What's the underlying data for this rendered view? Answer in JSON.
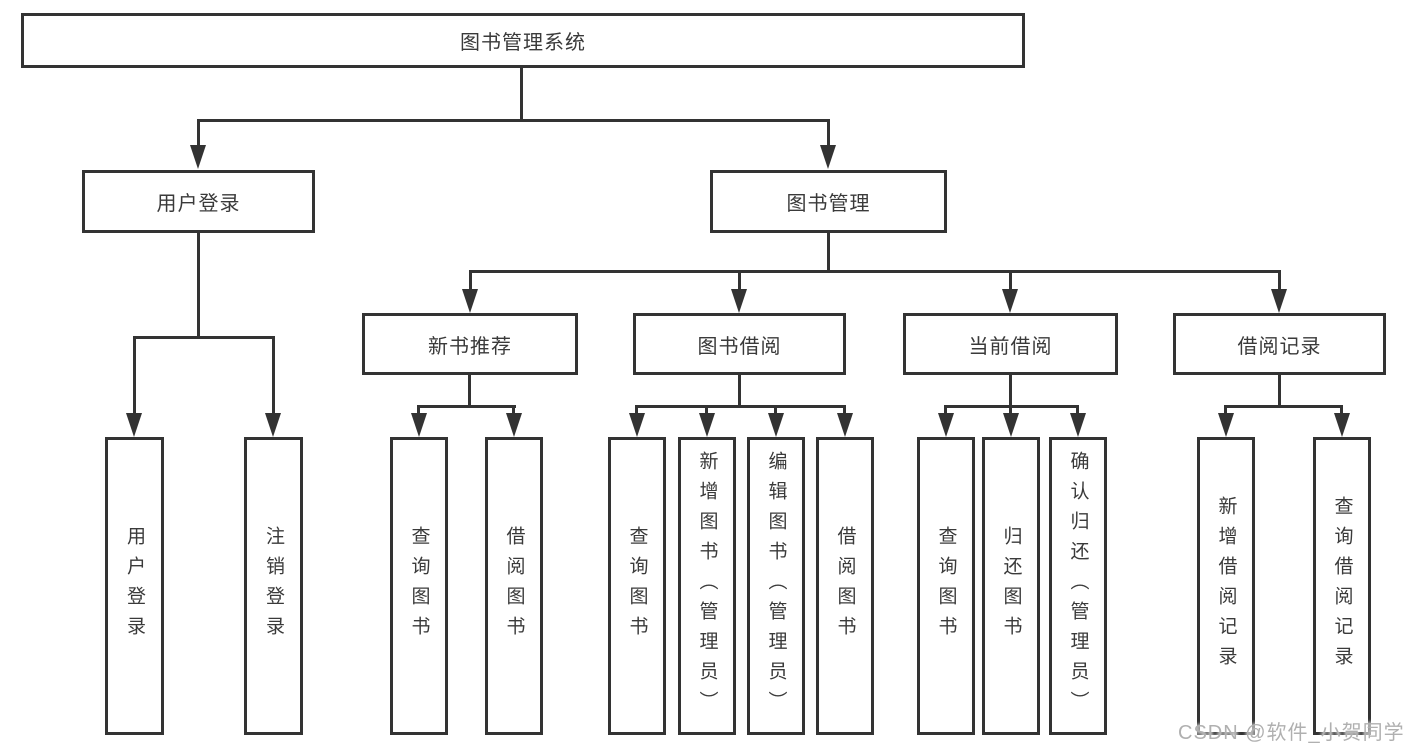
{
  "diagram": {
    "root": "图书管理系统",
    "user_login": "用户登录",
    "book_mgmt": "图书管理",
    "new_books": "新书推荐",
    "book_borrow": "图书借阅",
    "current_borrow": "当前借阅",
    "borrow_records": "借阅记录",
    "leaves": {
      "user": [
        "用户登录",
        "注销登录"
      ],
      "new": [
        "查询图书",
        "借阅图书"
      ],
      "borrow": [
        "查询图书",
        "新增图书（管理员）",
        "编辑图书（管理员）",
        "借阅图书"
      ],
      "current": [
        "查询图书",
        "归还图书",
        "确认归还（管理员）"
      ],
      "records": [
        "新增借阅记录",
        "查询借阅记录"
      ]
    }
  },
  "watermark": "CSDN @软件_小贺同学",
  "colors": {
    "line": "#333333",
    "text": "#3a3a3a",
    "watermark": "#b0b0b0"
  }
}
